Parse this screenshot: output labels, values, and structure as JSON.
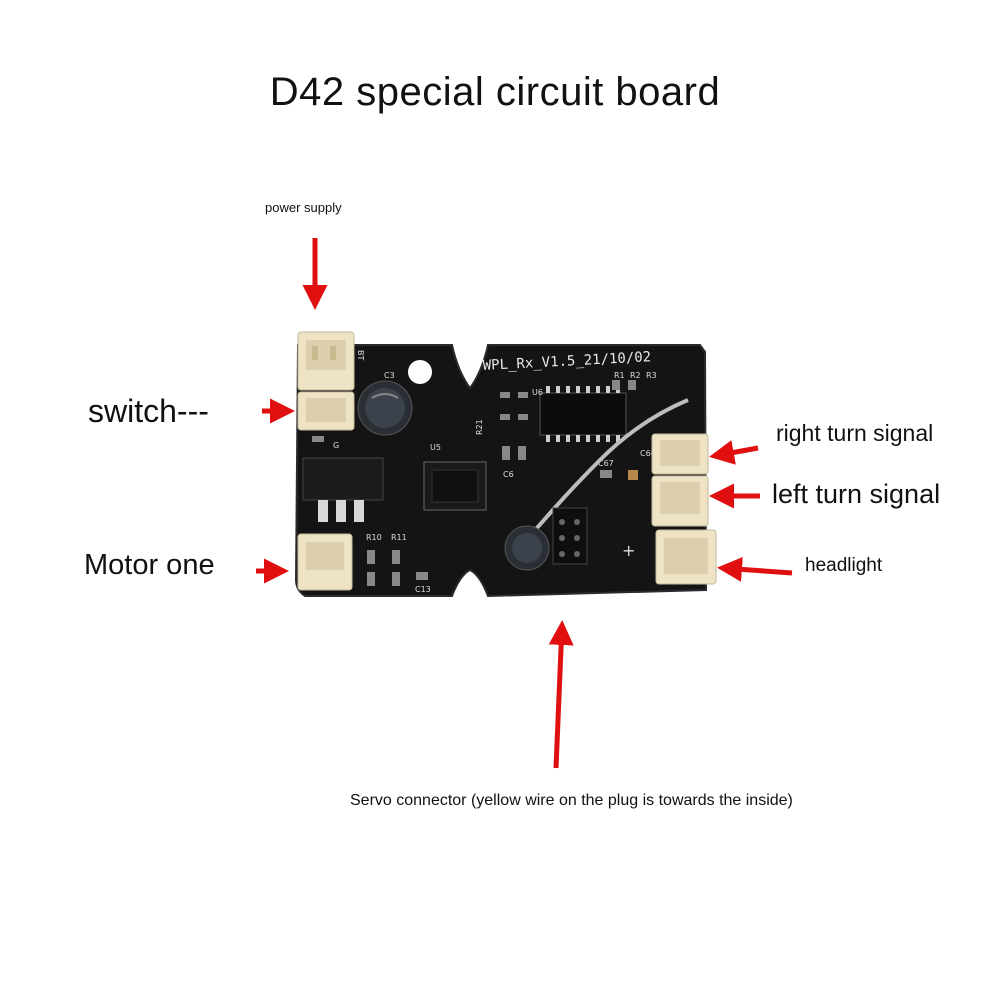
{
  "title": "D42 special circuit board",
  "labels": {
    "power_supply": "power supply",
    "switch": "switch---",
    "motor_one": "Motor one",
    "right_turn_signal": "right turn signal",
    "left_turn_signal": "left turn signal",
    "headlight": "headlight",
    "servo_connector": "Servo connector (yellow wire on the plug is towards the inside)"
  },
  "board": {
    "silkscreen": "WPL_Rx_V1.5_21/10/02",
    "refs": [
      "BT",
      "G",
      "U5",
      "U6",
      "R21",
      "R10",
      "R11",
      "C13",
      "C3",
      "C67",
      "C66",
      "C6",
      "R1",
      "R2",
      "R3",
      "+"
    ]
  },
  "colors": {
    "board": "#141414",
    "arrow": "#e01010",
    "connector": "#efe3c5",
    "capacitor": "#2a2f36"
  }
}
